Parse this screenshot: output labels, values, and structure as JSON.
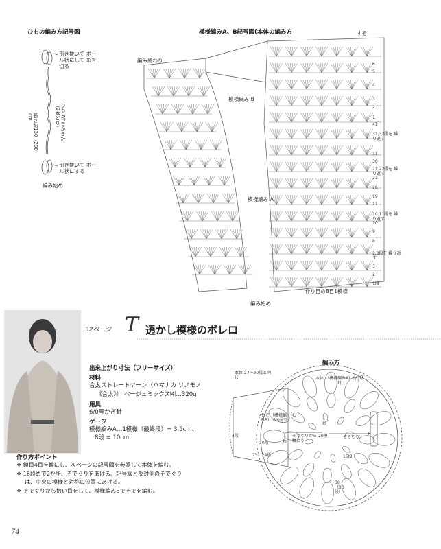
{
  "cord_chart": {
    "title": "ひもの編み方記号図",
    "note_top": "引き抜いて ボール状にして 糸を切る",
    "length": "長さ約130（208）cm",
    "hook": "ひも 7/0号かぎ針（2本どり）",
    "note_bottom": "引き抜いて ボール状にする",
    "start": "編み始め"
  },
  "pattern_chart": {
    "title": "模様編みA、B記号図(本体の編み方",
    "end_label": "編み終わり",
    "label_b": "模様編み B",
    "label_a": "模様編み A",
    "start_label": "作り目の8目1模様",
    "hem_start": "編み始め",
    "top_mark": "すそ",
    "rows": [
      {
        "n": "6"
      },
      {
        "n": "5"
      },
      {
        "n": "4"
      },
      {
        "n": "3"
      },
      {
        "n": "2"
      },
      {
        "n": "1"
      },
      {
        "n": "41"
      },
      {
        "n": "31,32段を 繰り返す"
      },
      {
        "n": "31"
      },
      {
        "n": "30"
      },
      {
        "n": "21,22段を 繰り返す"
      },
      {
        "n": "21"
      },
      {
        "n": "20"
      },
      {
        "n": "19"
      },
      {
        "n": "11"
      },
      {
        "n": "10,11段を 繰り返す"
      },
      {
        "n": "10"
      },
      {
        "n": "9"
      },
      {
        "n": "8"
      },
      {
        "n": "2,3段を 繰り返す"
      },
      {
        "n": "3"
      },
      {
        "n": "2"
      },
      {
        "n": "1段"
      }
    ]
  },
  "project": {
    "page_ref": "32ページ",
    "letter": "T",
    "title": "透かし模様のボレロ"
  },
  "specs": {
    "size_label": "出来上がり寸法（フリーサイズ）",
    "material_label": "材料",
    "material_1": "合太ストレートヤーン（ハマナカ ソノモノ",
    "material_2": "《合太》） ベージュミックス⑷…320g",
    "tools_label": "用具",
    "tools": "6/0号かぎ針",
    "gauge_label": "ゲージ",
    "gauge_1": "模様編みA…1模様（最終段）= 3.5cm、",
    "gauge_2": "8段 = 10cm"
  },
  "points": {
    "title": "作り方ポイント",
    "items": [
      "❖ 鎖目4目を輪にし、次ページの記号図を参照して本体を編む。",
      "❖ 16段めで2か所、そでぐりをあける。記号図と反対側のそでぐり",
      "は、中央の模様と対称の位置にあける。",
      "❖ そでぐりから拾い目をして、模様編みBでそでを編む。"
    ]
  },
  "diagram": {
    "title": "編み方",
    "body_note": "本体 27〜30段と同じ",
    "body_label": "本体 （模様編みA）6/0号針",
    "sleeve_label": "そで （模様編みB） 6/0号針",
    "four_rows": "4段",
    "twenty_rows": "20段",
    "rows_25": "25（24段）",
    "pickup": "そでぐりから 20模様拾う",
    "armhole": "そでぐり",
    "rows_15": "15段",
    "rows_38": "38（30段）",
    "w1": "わ",
    "w2": "わ",
    "w3": "わ"
  },
  "footer": {
    "page_number": "74"
  }
}
